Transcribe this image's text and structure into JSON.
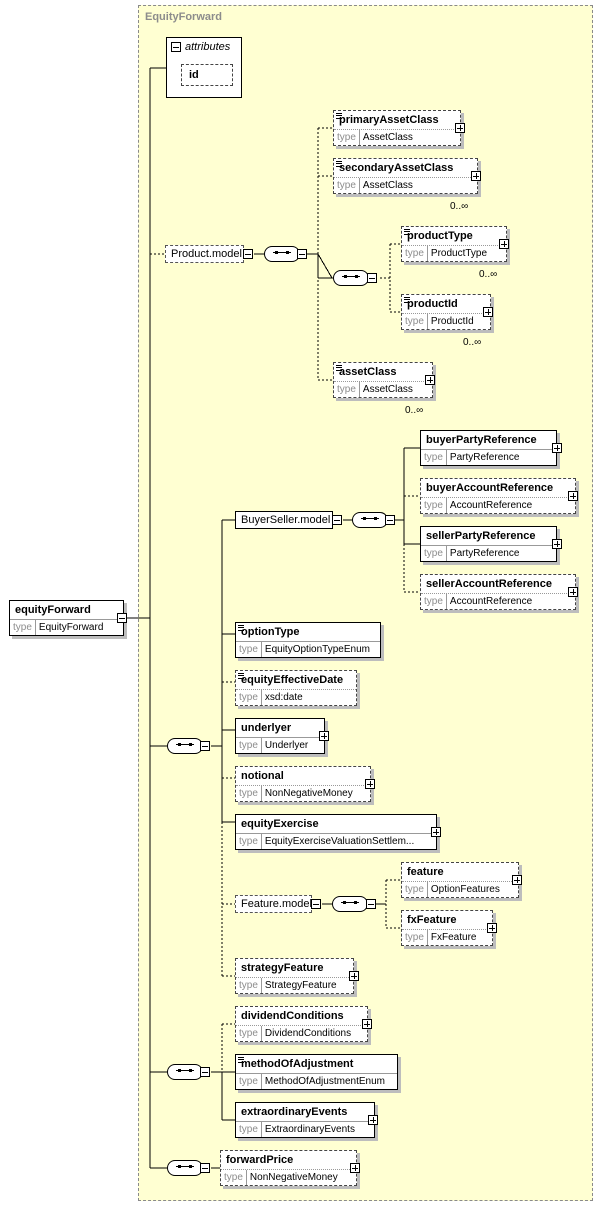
{
  "region_title": "EquityForward",
  "root": {
    "name": "equityForward",
    "type_kw": "type",
    "type": "EquityForward"
  },
  "attributes": {
    "title": "attributes",
    "items": [
      "id"
    ]
  },
  "groups": {
    "product_model": "Product.model",
    "buyer_seller_model": "BuyerSeller.model",
    "feature_model": "Feature.model"
  },
  "elements": {
    "primaryAssetClass": {
      "name": "primaryAssetClass",
      "type": "AssetClass"
    },
    "secondaryAssetClass": {
      "name": "secondaryAssetClass",
      "type": "AssetClass",
      "occurs": "0..∞"
    },
    "productType": {
      "name": "productType",
      "type": "ProductType",
      "occurs": "0..∞"
    },
    "productId": {
      "name": "productId",
      "type": "ProductId",
      "occurs": "0..∞"
    },
    "assetClass": {
      "name": "assetClass",
      "type": "AssetClass",
      "occurs": "0..∞"
    },
    "buyerPartyReference": {
      "name": "buyerPartyReference",
      "type": "PartyReference"
    },
    "buyerAccountReference": {
      "name": "buyerAccountReference",
      "type": "AccountReference"
    },
    "sellerPartyReference": {
      "name": "sellerPartyReference",
      "type": "PartyReference"
    },
    "sellerAccountReference": {
      "name": "sellerAccountReference",
      "type": "AccountReference"
    },
    "optionType": {
      "name": "optionType",
      "type": "EquityOptionTypeEnum"
    },
    "equityEffectiveDate": {
      "name": "equityEffectiveDate",
      "type": "xsd:date"
    },
    "underlyer": {
      "name": "underlyer",
      "type": "Underlyer"
    },
    "notional": {
      "name": "notional",
      "type": "NonNegativeMoney"
    },
    "equityExercise": {
      "name": "equityExercise",
      "type": "EquityExerciseValuationSettlem..."
    },
    "feature": {
      "name": "feature",
      "type": "OptionFeatures"
    },
    "fxFeature": {
      "name": "fxFeature",
      "type": "FxFeature"
    },
    "strategyFeature": {
      "name": "strategyFeature",
      "type": "StrategyFeature"
    },
    "dividendConditions": {
      "name": "dividendConditions",
      "type": "DividendConditions"
    },
    "methodOfAdjustment": {
      "name": "methodOfAdjustment",
      "type": "MethodOfAdjustmentEnum"
    },
    "extraordinaryEvents": {
      "name": "extraordinaryEvents",
      "type": "ExtraordinaryEvents"
    },
    "forwardPrice": {
      "name": "forwardPrice",
      "type": "NonNegativeMoney"
    }
  },
  "type_kw": "type"
}
